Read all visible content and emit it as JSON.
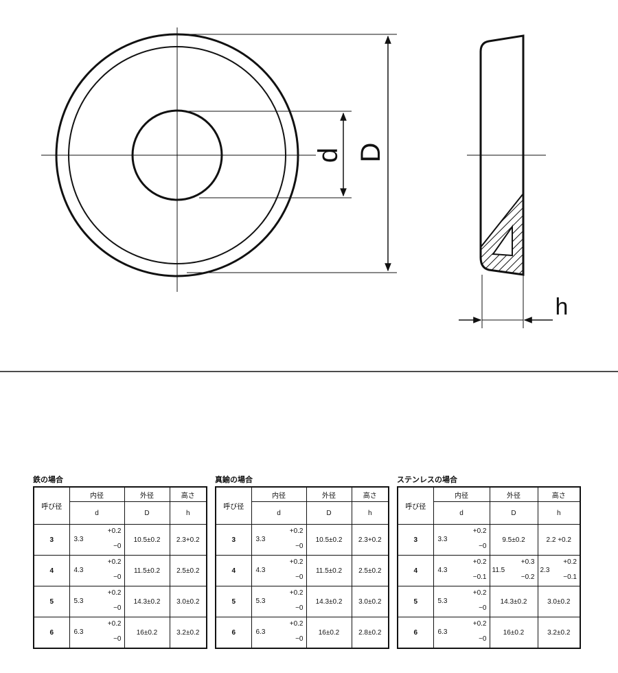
{
  "drawing": {
    "labels": {
      "d": "d",
      "D": "D",
      "h": "h"
    }
  },
  "tables": [
    {
      "title": "鉄の場合",
      "header": {
        "nominal": "呼び径",
        "inner": "内径",
        "outer": "外径",
        "height": "高さ",
        "d": "d",
        "D": "D",
        "h": "h"
      },
      "rows": [
        {
          "size": "3",
          "d": "3.3",
          "d_up": "+0.2",
          "d_lo": "−0",
          "D": "10.5±0.2",
          "h": "2.3+0.2"
        },
        {
          "size": "4",
          "d": "4.3",
          "d_up": "+0.2",
          "d_lo": "−0",
          "D": "11.5±0.2",
          "h": "2.5±0.2"
        },
        {
          "size": "5",
          "d": "5.3",
          "d_up": "+0.2",
          "d_lo": "−0",
          "D": "14.3±0.2",
          "h": "3.0±0.2"
        },
        {
          "size": "6",
          "d": "6.3",
          "d_up": "+0.2",
          "d_lo": "−0",
          "D": "16±0.2",
          "h": "3.2±0.2"
        }
      ]
    },
    {
      "title": "真鍮の場合",
      "header": {
        "nominal": "呼び径",
        "inner": "内径",
        "outer": "外径",
        "height": "高さ",
        "d": "d",
        "D": "D",
        "h": "h"
      },
      "rows": [
        {
          "size": "3",
          "d": "3.3",
          "d_up": "+0.2",
          "d_lo": "−0",
          "D": "10.5±0.2",
          "h": "2.3+0.2"
        },
        {
          "size": "4",
          "d": "4.3",
          "d_up": "+0.2",
          "d_lo": "−0",
          "D": "11.5±0.2",
          "h": "2.5±0.2"
        },
        {
          "size": "5",
          "d": "5.3",
          "d_up": "+0.2",
          "d_lo": "−0",
          "D": "14.3±0.2",
          "h": "3.0±0.2"
        },
        {
          "size": "6",
          "d": "6.3",
          "d_up": "+0.2",
          "d_lo": "−0",
          "D": "16±0.2",
          "h": "2.8±0.2"
        }
      ]
    },
    {
      "title": "ステンレスの場合",
      "header": {
        "nominal": "呼び径",
        "inner": "内径",
        "outer": "外径",
        "height": "高さ",
        "d": "d",
        "D": "D",
        "h": "h"
      },
      "rows": [
        {
          "size": "3",
          "d": "3.3",
          "d_up": "+0.2",
          "d_lo": "−0",
          "D": "9.5±0.2",
          "h": "2.2 +0.2"
        },
        {
          "size": "4",
          "d": "4.3",
          "d_up": "+0.2",
          "d_lo": "−0.1",
          "D_base": "11.5",
          "D_up": "+0.3",
          "D_lo": "−0.2",
          "h_base": "2.3",
          "h_up": "+0.2",
          "h_lo": "−0.1"
        },
        {
          "size": "5",
          "d": "5.3",
          "d_up": "+0.2",
          "d_lo": "−0",
          "D": "14.3±0.2",
          "h": "3.0±0.2"
        },
        {
          "size": "6",
          "d": "6.3",
          "d_up": "+0.2",
          "d_lo": "−0",
          "D": "16±0.2",
          "h": "3.2±0.2"
        }
      ]
    }
  ]
}
